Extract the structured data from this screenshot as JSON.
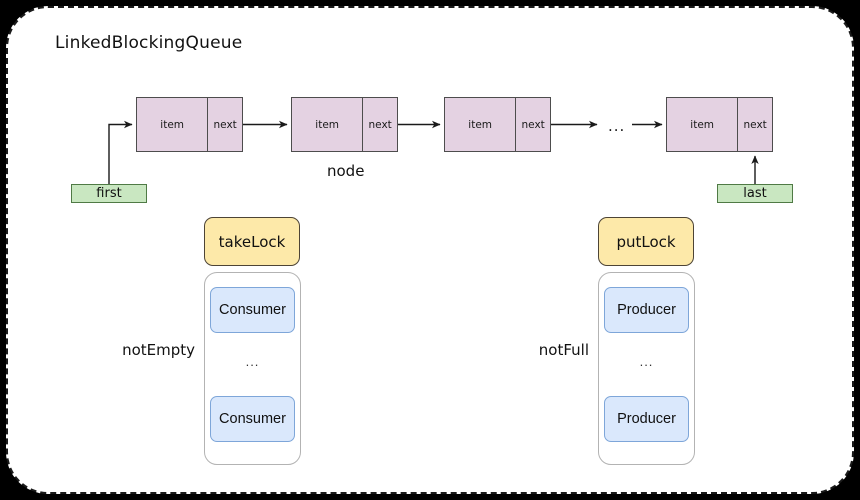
{
  "title": "LinkedBlockingQueue",
  "colors": {
    "background": "#000000",
    "panel": "#ffffff",
    "node_fill": "#e4d2e2",
    "node_stroke": "#4d4d4d",
    "pointer_fill": "#c9e7c1",
    "pointer_stroke": "#4f7a45",
    "lock_fill": "#fde9a9",
    "lock_stroke": "#4d4436",
    "waiter_fill": "#dae8fc",
    "waiter_stroke": "#7ea6d9",
    "waitset_stroke": "#b3b3b3",
    "text": "#111111"
  },
  "list": {
    "node_label": "node",
    "ellipsis": "...",
    "nodes": [
      {
        "item": "item",
        "next": "next"
      },
      {
        "item": "item",
        "next": "next"
      },
      {
        "item": "item",
        "next": "next"
      },
      {
        "item": "item",
        "next": "next"
      }
    ]
  },
  "pointers": {
    "first": "first",
    "last": "last"
  },
  "take_side": {
    "lock": "takeLock",
    "condition": "notEmpty",
    "waiters": [
      "Consumer",
      "Consumer"
    ],
    "ellipsis": "..."
  },
  "put_side": {
    "lock": "putLock",
    "condition": "notFull",
    "waiters": [
      "Producer",
      "Producer"
    ],
    "ellipsis": "..."
  }
}
